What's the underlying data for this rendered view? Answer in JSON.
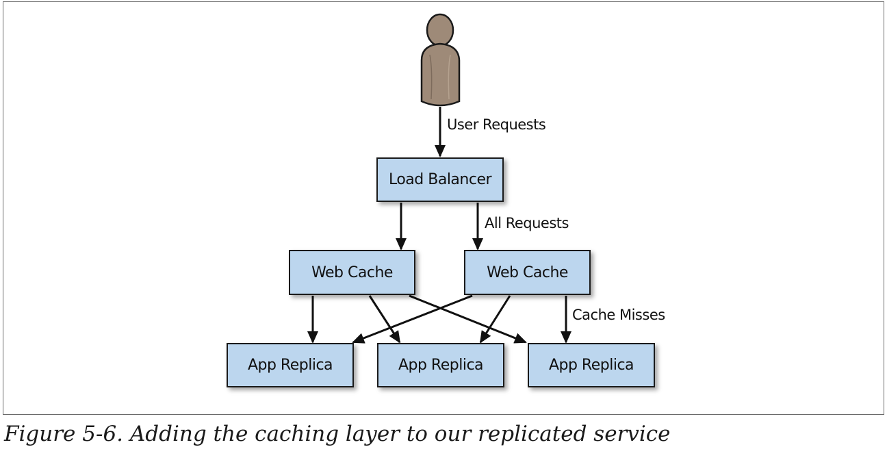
{
  "diagram": {
    "user_icon": "user-person-icon",
    "nodes": {
      "load_balancer": "Load Balancer",
      "web_cache_left": "Web Cache",
      "web_cache_right": "Web Cache",
      "app_replica_left": "App Replica",
      "app_replica_center": "App Replica",
      "app_replica_right": "App Replica"
    },
    "edge_labels": {
      "user_requests": "User Requests",
      "all_requests": "All Requests",
      "cache_misses": "Cache Misses"
    },
    "colors": {
      "box_fill": "#bcd6ee",
      "box_border": "#1a1a1a",
      "person": "#9e8a78"
    }
  },
  "caption": "Figure 5-6. Adding the caching layer to our replicated service"
}
